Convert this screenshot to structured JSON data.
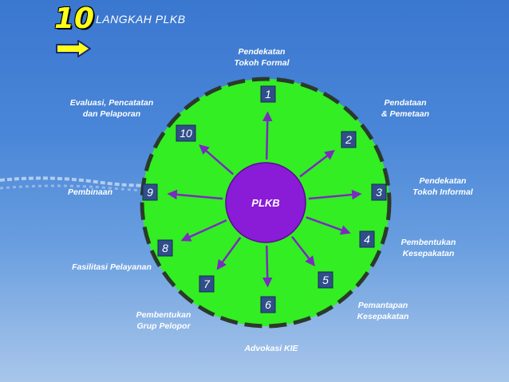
{
  "title": {
    "number": "10",
    "text": "LANGKAH  PLKB"
  },
  "center": {
    "label": "PLKB"
  },
  "colors": {
    "circle_fill": "#33ee22",
    "circle_border": "#2a3a2a",
    "center_fill": "#8a1bd6",
    "arrow": "#7a2bbf",
    "number_box": "#2f4f8a",
    "title_accent": "#ffff1a"
  },
  "icons": {
    "title_arrow": "right-arrow-icon"
  },
  "steps": [
    {
      "number": "1",
      "label": "Pendekatan\nTokoh Formal"
    },
    {
      "number": "2",
      "label": "Pendataan\n& Pemetaan"
    },
    {
      "number": "3",
      "label": "Pendekatan\nTokoh Informal"
    },
    {
      "number": "4",
      "label": "Pembentukan\nKesepakatan"
    },
    {
      "number": "5",
      "label": "Pemantapan\nKesepakatan"
    },
    {
      "number": "6",
      "label": "Advokasi KIE"
    },
    {
      "number": "7",
      "label": "Pembentukan\nGrup Pelopor"
    },
    {
      "number": "8",
      "label": "Fasilitasi Pelayanan"
    },
    {
      "number": "9",
      "label": "Pembinaan"
    },
    {
      "number": "10",
      "label": "Evaluasi, Pencatatan\ndan Pelaporan"
    }
  ]
}
